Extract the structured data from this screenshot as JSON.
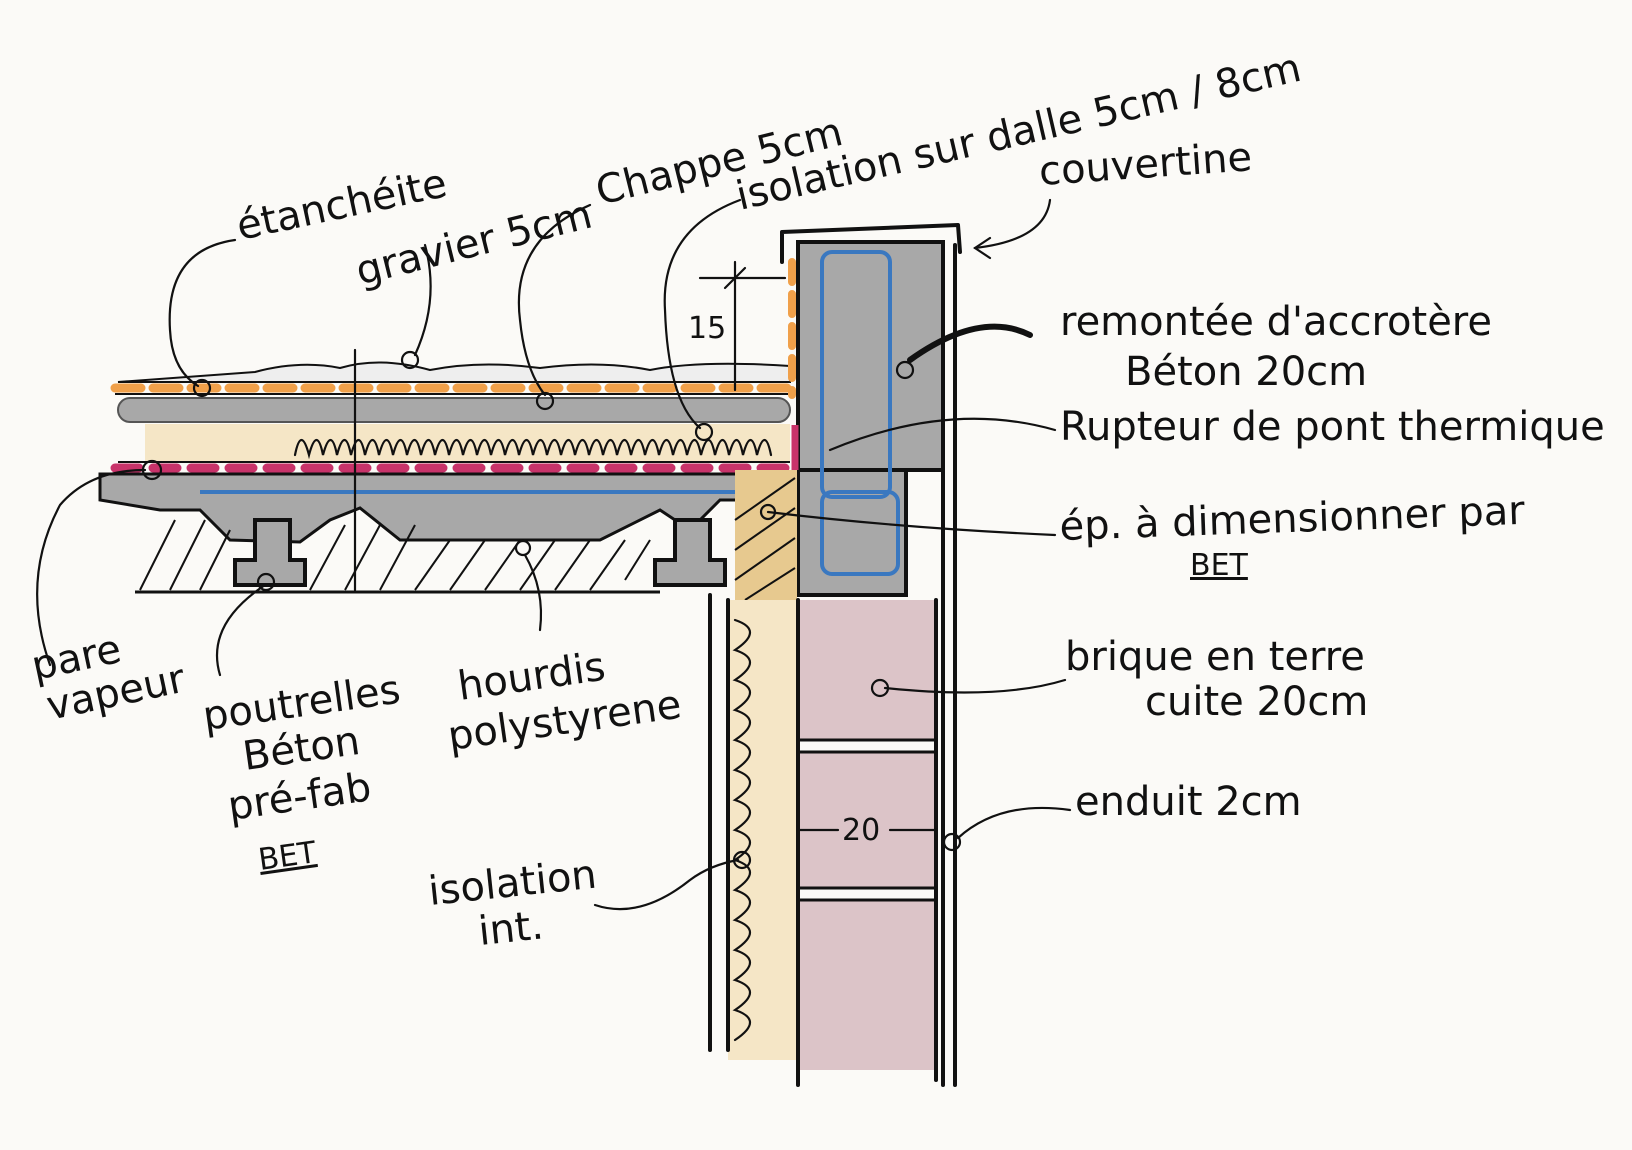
{
  "labels": {
    "etancheite": "étanchéite",
    "gravier": "gravier 5cm",
    "chappe": "Chappe 5cm",
    "isolation_dalle": "isolation sur dalle 5cm / 8cm",
    "couvertine": "couvertine",
    "remontee_line1": "remontée d'accrotère",
    "remontee_line2": "Béton 20cm",
    "rupteur": "Rupteur de pont thermique",
    "ep_line1": "ép. à dimensionner par",
    "ep_line2": "BET",
    "brique_line1": "brique en terre",
    "brique_line2": "cuite 20cm",
    "enduit": "enduit 2cm",
    "isolation_int_line1": "isolation",
    "isolation_int_line2": "int.",
    "hourdis_line1": "hourdis",
    "hourdis_line2": "polystyrene",
    "poutrelles_line1": "poutrelles",
    "poutrelles_line2": "Béton",
    "poutrelles_line3": "pré-fab",
    "poutrelles_line4": "BET",
    "pare_vapeur_line1": "pare",
    "pare_vapeur_line2": "vapeur"
  },
  "dimensions": {
    "upstand_height": "15",
    "wall_thickness": "20"
  },
  "colors": {
    "concrete": "#a8a8a8",
    "concrete_dark": "#8f8f8f",
    "gravel_orange": "#f0a04a",
    "vapour_barrier": "#c8336a",
    "rebar_blue": "#3a78c0",
    "insulation": "#f5e6c6",
    "brick": "#dcc4c8",
    "rupteur": "#e7c98f"
  }
}
